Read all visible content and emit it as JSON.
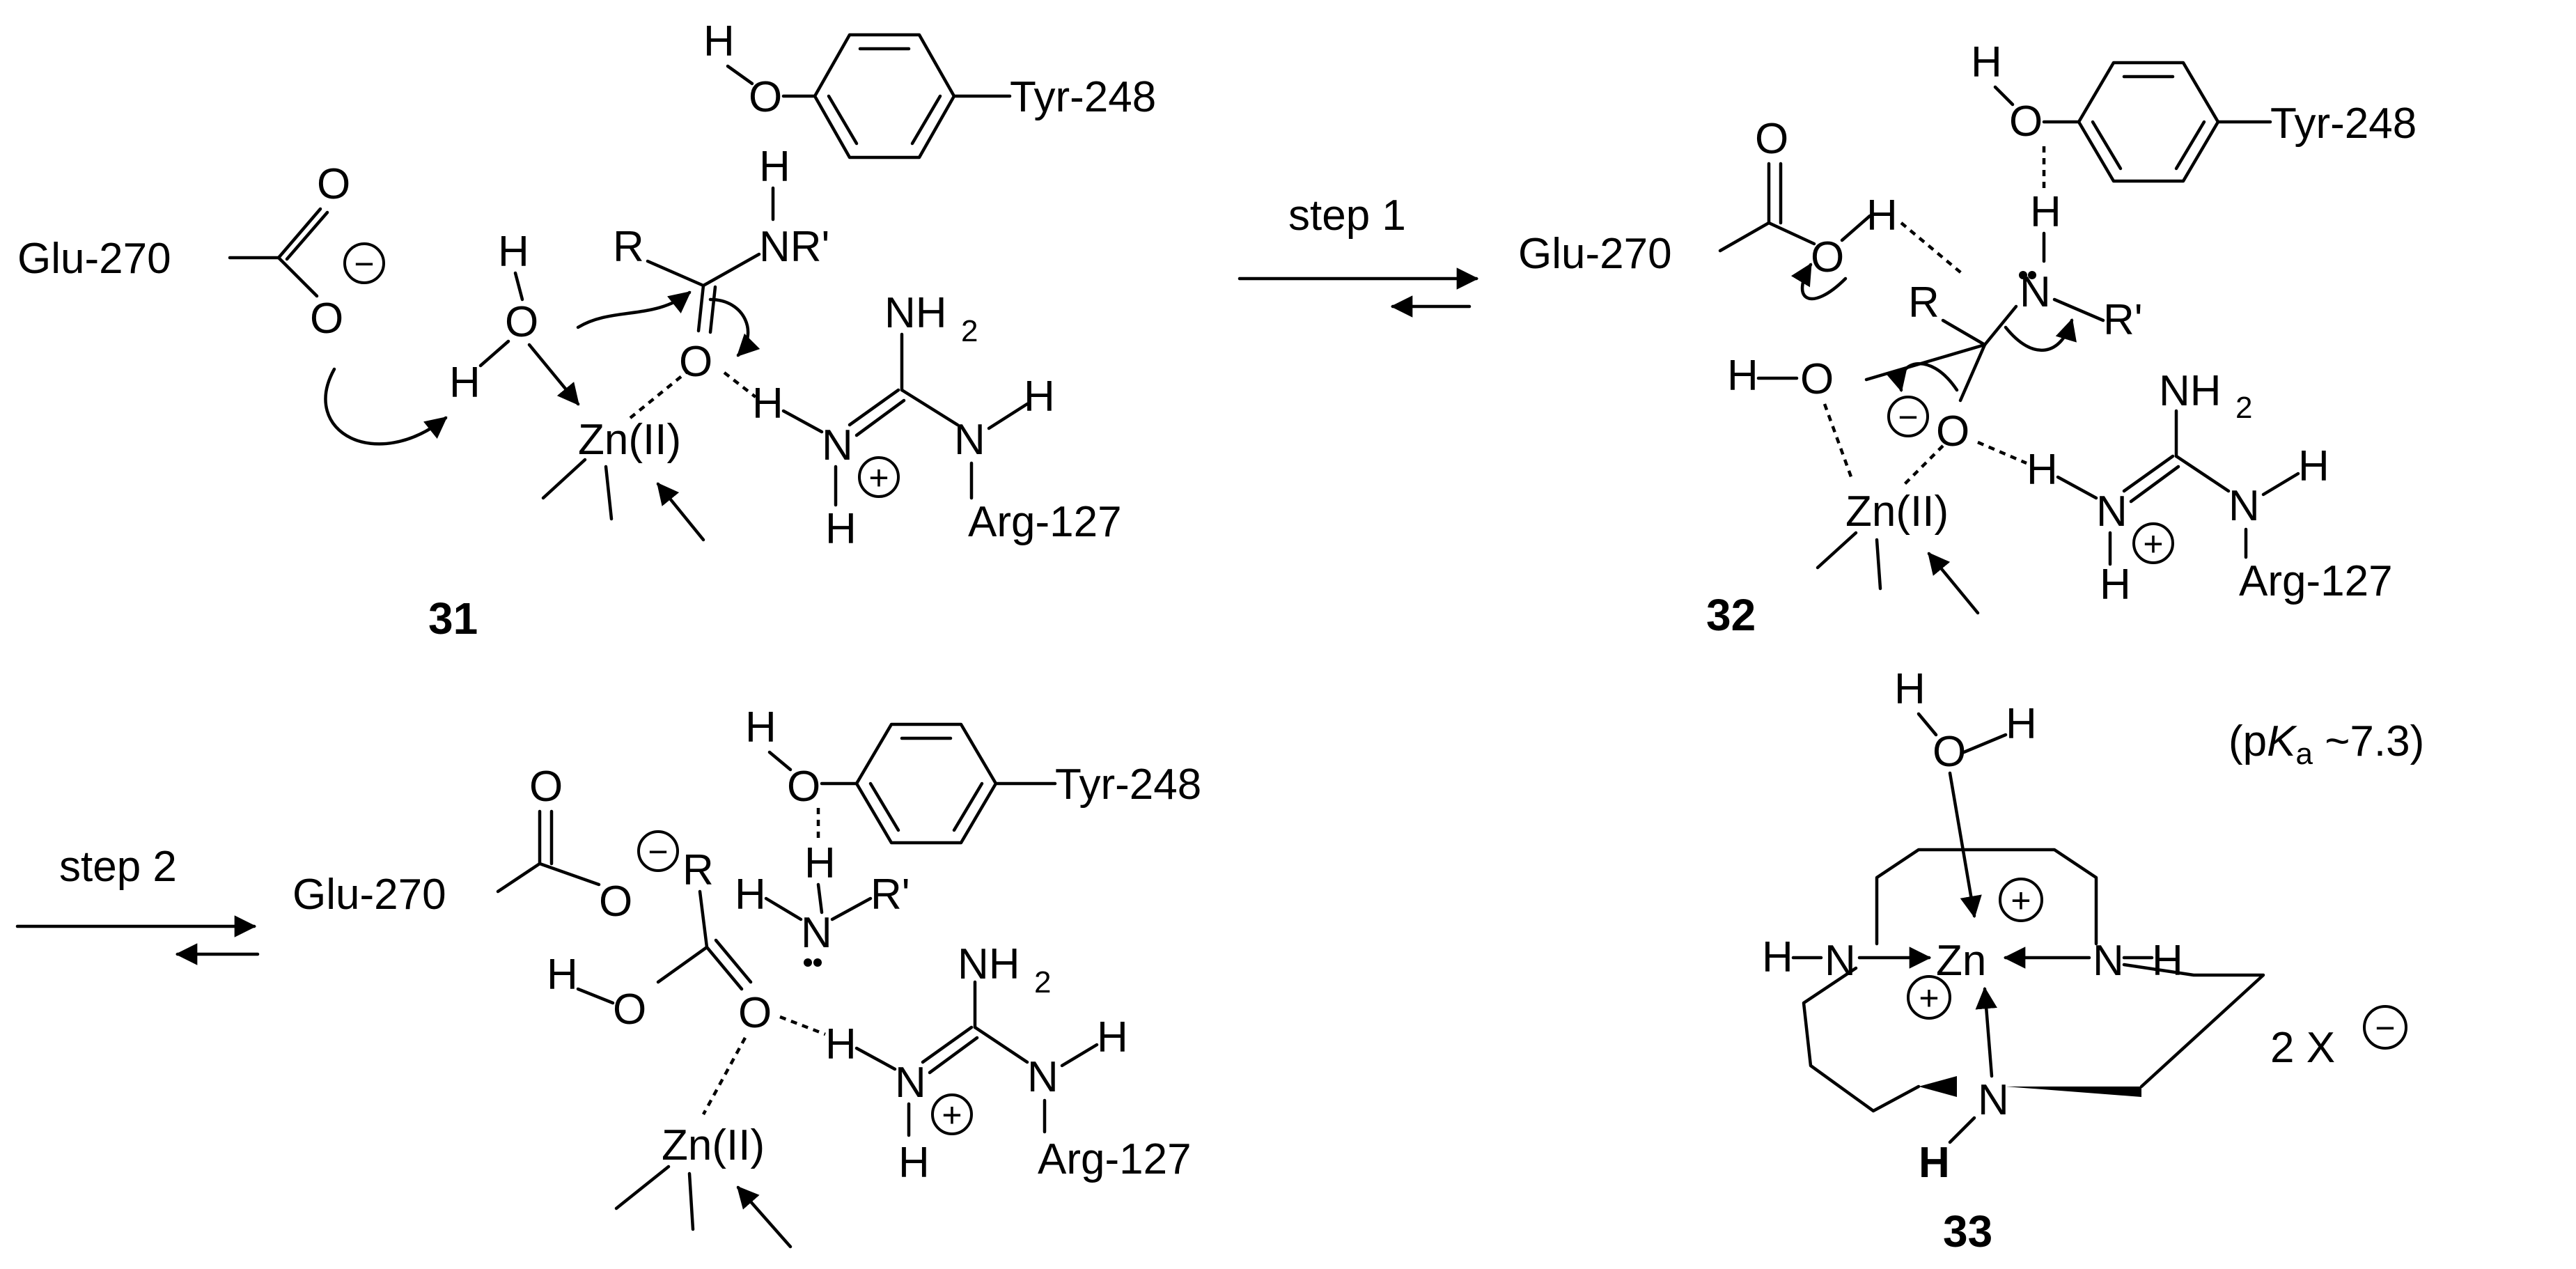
{
  "structures": {
    "s31": {
      "number": "31",
      "glu": "Glu-270",
      "tyr": "Tyr-248",
      "arg": "Arg-127",
      "zn": "Zn(II)",
      "r": "R",
      "nr": "NR'",
      "nh2": "NH",
      "two": "2",
      "o": "O",
      "h": "H",
      "n": "N"
    },
    "s32": {
      "number": "32",
      "glu": "Glu-270",
      "tyr": "Tyr-248",
      "arg": "Arg-127",
      "zn": "Zn(II)",
      "r": "R",
      "rprime": "R'",
      "nh2": "NH",
      "two": "2",
      "o": "O",
      "h": "H",
      "n": "N"
    },
    "s_prod": {
      "glu": "Glu-270",
      "tyr": "Tyr-248",
      "arg": "Arg-127",
      "zn": "Zn(II)",
      "r": "R",
      "rprime": "R'",
      "nh2": "NH",
      "two": "2",
      "o": "O",
      "h": "H",
      "n": "N"
    },
    "s33": {
      "number": "33",
      "zn": "Zn",
      "pka_open": "(p",
      "pka_k": "K",
      "pka_a": "a",
      "pka_value": " ~7.3)",
      "counterion": "2 X",
      "o": "O",
      "h": "H",
      "n": "N"
    }
  },
  "steps": {
    "step1": "step 1",
    "step2": "step 2"
  },
  "charges": {
    "minus": "−",
    "plus": "+"
  }
}
